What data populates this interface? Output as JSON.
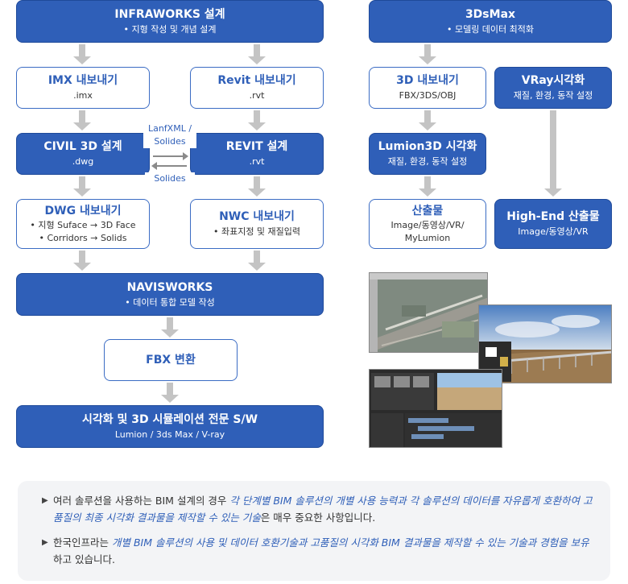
{
  "left_flow": {
    "infraworks": {
      "title": "INFRAWORKS 설계",
      "sub": "• 지형 작성 및 개념 설계"
    },
    "imx": {
      "title": "IMX 내보내기",
      "sub": ".imx"
    },
    "revit_export": {
      "title": "Revit 내보내기",
      "sub": ".rvt"
    },
    "civil3d": {
      "title": "CIVIL 3D 설계",
      "sub": ".dwg"
    },
    "revit_design": {
      "title": "REVIT 설계",
      "sub": ".rvt"
    },
    "link_top": "LanfXML /\nSolides",
    "link_bottom": "Solides",
    "dwg": {
      "title": "DWG 내보내기",
      "line1": "• 지형 Suface → 3D Face",
      "line2": "• Corridors → Solids"
    },
    "nwc": {
      "title": "NWC 내보내기",
      "sub": "• 좌표지정 및 재질입력"
    },
    "navisworks": {
      "title": "NAVISWORKS",
      "sub": "• 데이터 통합 모델 작성"
    },
    "fbx": {
      "title": "FBX 변환"
    },
    "viz": {
      "title": "시각화 및 3D 시뮬레이션 전문 S/W",
      "sub": "Lumion / 3ds Max / V-ray"
    }
  },
  "right_flow": {
    "max": {
      "title": "3DsMax",
      "sub": "• 모델링 데이터 최적화"
    },
    "export3d": {
      "title": "3D 내보내기",
      "sub": "FBX/3DS/OBJ"
    },
    "vray": {
      "title": "VRay시각화",
      "sub": "재질, 환경, 동작 설정"
    },
    "lumion": {
      "title": "Lumion3D 시각화",
      "sub": "재질, 환경, 동작 설정"
    },
    "output": {
      "title": "산출물",
      "line1": "Image/동영상/VR/",
      "line2": "MyLumion"
    },
    "highend": {
      "title": "High-End 산출물",
      "sub": "Image/동영상/VR"
    }
  },
  "notes": {
    "p1_a": "여러 솔루션을 사용하는 BIM 설계의 경우 ",
    "p1_em": "각 단계별 BIM 솔루션의 개별 사용 능력과 각 솔루션의 데이터를 자유롭게 호환하여 고품질의 최종 시각화 결과물을 제작할 수 있는 기술",
    "p1_b": "은 매우 중요한 사항입니다.",
    "p2_a": "한국인프라는 ",
    "p2_em": "개별 BIM 솔루션의 사용 및 데이터 호환기술과 고품질의 시각화 BIM 결과물을 제작할 수 있는 기술과 경험을 보유",
    "p2_b": "하고 있습니다."
  },
  "colors": {
    "dark_box": "#2f5fb8",
    "light_border": "#3b6cc4",
    "arrow": "#c4c4c4",
    "note_bg": "#f3f4f6"
  }
}
